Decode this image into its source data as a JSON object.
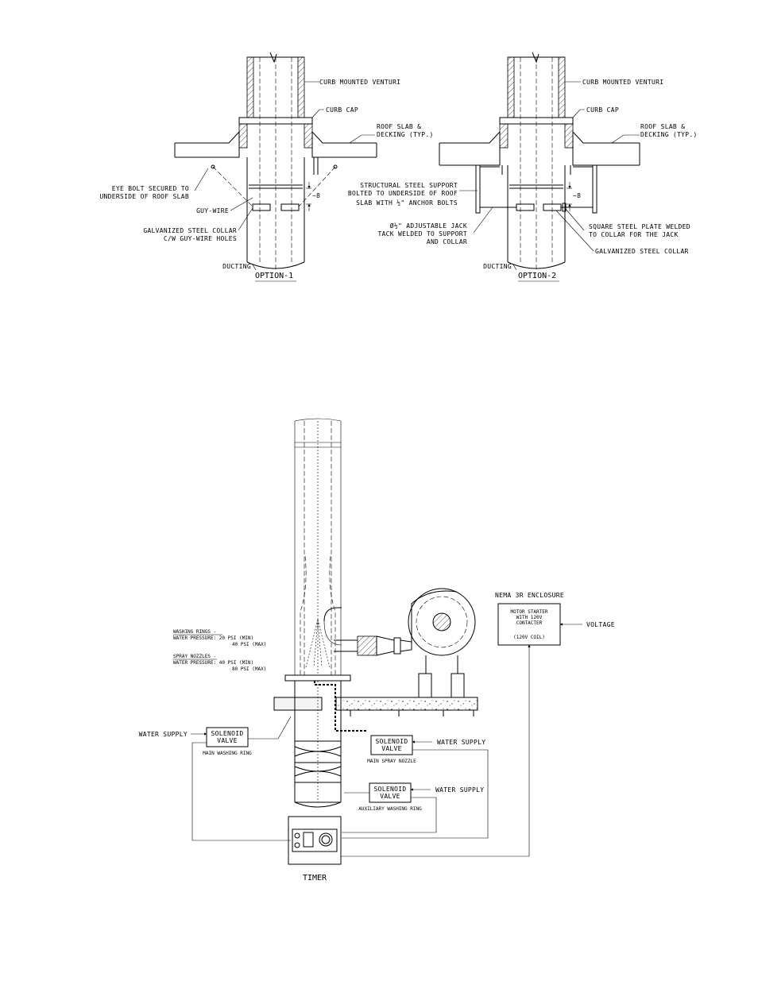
{
  "option1": {
    "labels": {
      "curb_venturi": "CURB MOUNTED VENTURI",
      "curb_cap": "CURB CAP",
      "roof_slab_1": "ROOF SLAB &",
      "roof_slab_2": "DECKING (TYP.)",
      "eye_bolt_1": "EYE BOLT SECURED TO",
      "eye_bolt_2": "UNDERSIDE OF ROOF SLAB",
      "guy_wire": "GUY-WIRE",
      "collar_1": "GALVANIZED STEEL COLLAR",
      "collar_2": "C/W GUY-WIRE HOLES",
      "ducting": "DUCTING",
      "dim": "~8",
      "title": "OPTION-1"
    }
  },
  "option2": {
    "labels": {
      "curb_venturi": "CURB MOUNTED VENTURI",
      "curb_cap": "CURB CAP",
      "roof_slab_1": "ROOF SLAB &",
      "roof_slab_2": "DECKING (TYP.)",
      "support_1": "STRUCTURAL STEEL SUPPORT",
      "support_2": "BOLTED TO UNDERSIDE OF ROOF",
      "support_3": "SLAB WITH ½\" ANCHOR BOLTS",
      "jack_1": "Ø½\" ADJUSTABLE JACK",
      "jack_2": "TACK WELDED TO SUPPORT",
      "jack_3": "AND COLLAR",
      "plate_1": "SQUARE STEEL PLATE WELDED",
      "plate_2": "TO COLLAR FOR THE JACK",
      "collar": "GALVANIZED STEEL COLLAR",
      "ducting": "DUCTING",
      "dim": "~8",
      "title": "OPTION-2"
    }
  },
  "system": {
    "nema": "NEMA 3R ENCLOSURE",
    "starter_1": "MOTOR STARTER",
    "starter_2": "WITH 120V",
    "starter_3": "CONTACTER",
    "starter_4": "(120V COIL)",
    "voltage": "VOLTAGE",
    "washing_rings_title": "WASHING RINGS -",
    "washing_rings_1": "WATER PRESSURE: 20 PSI (MIN)",
    "washing_rings_2": "40 PSI (MAX)",
    "spray_title": "SPRAY NOZZLES -",
    "spray_1": "WATER PRESSURE: 40 PSI (MIN)",
    "spray_2": "80 PSI (MAX)",
    "water_supply_left": "WATER SUPPLY",
    "valve_1a": "SOLENOID",
    "valve_1b": "VALVE",
    "valve_1_caption": "MAIN WASHING RING",
    "valve_2a": "SOLENOID",
    "valve_2b": "VALVE",
    "valve_2_caption": "MAIN SPRAY NOZZLE",
    "water_supply_2": "WATER SUPPLY",
    "valve_3a": "SOLENOID",
    "valve_3b": "VALVE",
    "valve_3_caption": "AUXILIARY WASHING RING",
    "water_supply_3": "WATER SUPPLY",
    "timer": "TIMER"
  }
}
